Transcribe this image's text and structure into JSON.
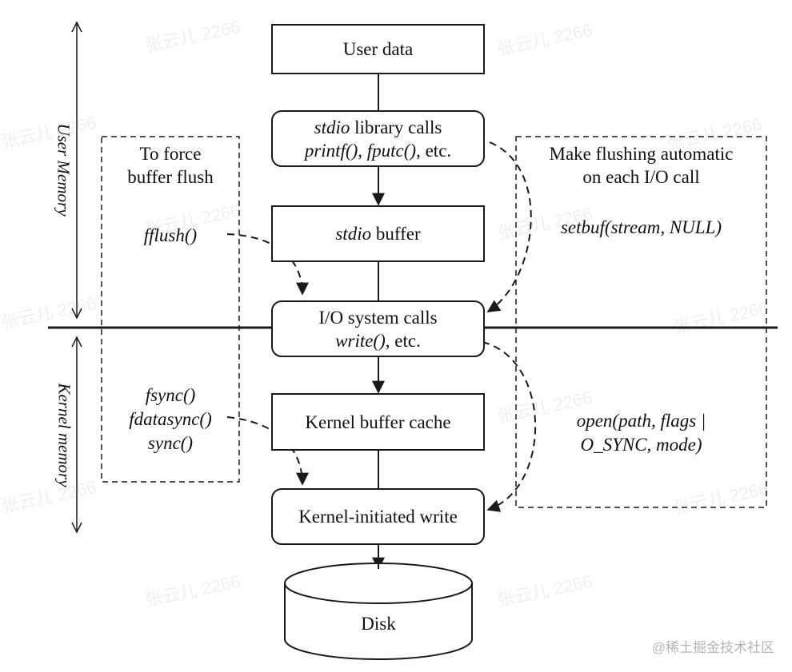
{
  "labels": {
    "user_memory": "User Memory",
    "kernel_memory": "Kernel memory"
  },
  "boxes": {
    "user_data": "User data",
    "stdio_calls": {
      "line1_italic": "stdio",
      "line1_rest": " library calls",
      "line2_printf": "printf()",
      "line2_sep": ", ",
      "line2_fputc": "fputc()",
      "line2_rest": ", etc."
    },
    "stdio_buffer": {
      "italic": "stdio",
      "rest": " buffer"
    },
    "io_calls": {
      "line1": "I/O system calls",
      "line2_italic": "write()",
      "line2_rest": ", etc."
    },
    "kernel_cache": "Kernel buffer cache",
    "kernel_write": "Kernel-initiated write",
    "disk": "Disk"
  },
  "left_panel": {
    "title_line1": "To force",
    "title_line2": "buffer flush",
    "fflush": "fflush()",
    "fsync": "fsync()",
    "fdatasync": "fdatasync()",
    "sync": "sync()"
  },
  "right_panel": {
    "title_line1": "Make flushing automatic",
    "title_line2": "on each I/O call",
    "setbuf": "setbuf(stream, NULL)",
    "open_line1": "open(path, flags |",
    "open_line2": "O_SYNC, mode)"
  },
  "watermark": "张云儿 2266",
  "credit": "@稀土掘金技术社区"
}
